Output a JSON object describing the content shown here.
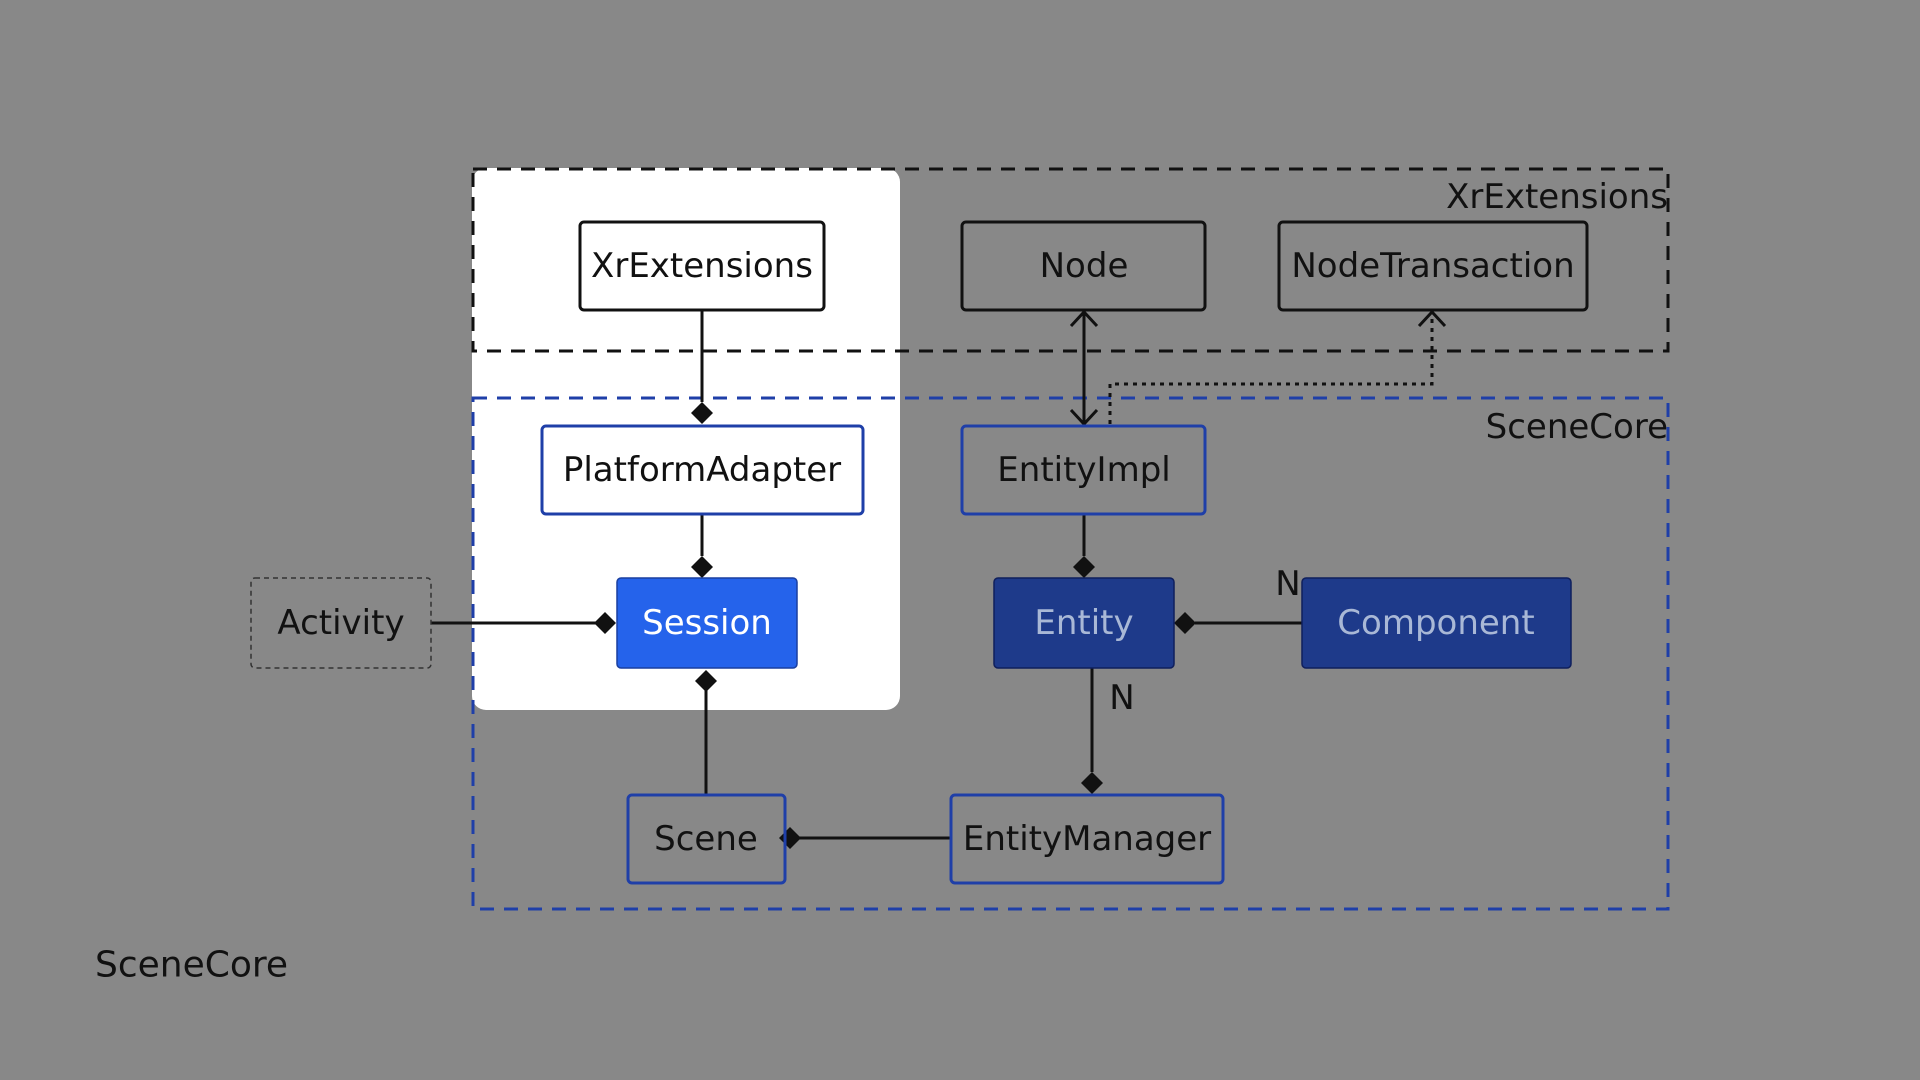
{
  "diagram": {
    "groups": {
      "xr": {
        "label": "XrExtensions",
        "border_color": "#111111"
      },
      "scene": {
        "label": "SceneCore",
        "border_color": "#1f3fa8"
      }
    },
    "nodes": {
      "xrext": {
        "label": "XrExtensions"
      },
      "node": {
        "label": "Node"
      },
      "nodetx": {
        "label": "NodeTransaction"
      },
      "platform": {
        "label": "PlatformAdapter"
      },
      "entityimpl": {
        "label": "EntityImpl"
      },
      "activity": {
        "label": "Activity"
      },
      "session": {
        "label": "Session"
      },
      "entity": {
        "label": "Entity"
      },
      "component": {
        "label": "Component"
      },
      "scene": {
        "label": "Scene"
      },
      "entitymanager": {
        "label": "EntityManager"
      }
    },
    "multiplicities": {
      "component": "N",
      "entity_manager": "N"
    },
    "caption": "SceneCore"
  },
  "colors": {
    "background": "#888888",
    "highlight_panel": "#ffffff",
    "session_fill": "#2563eb",
    "dark_blue_fill": "#1e3a8a",
    "dark_blue_text": "#a9b8d6",
    "blue_border": "#1f3fa8"
  }
}
